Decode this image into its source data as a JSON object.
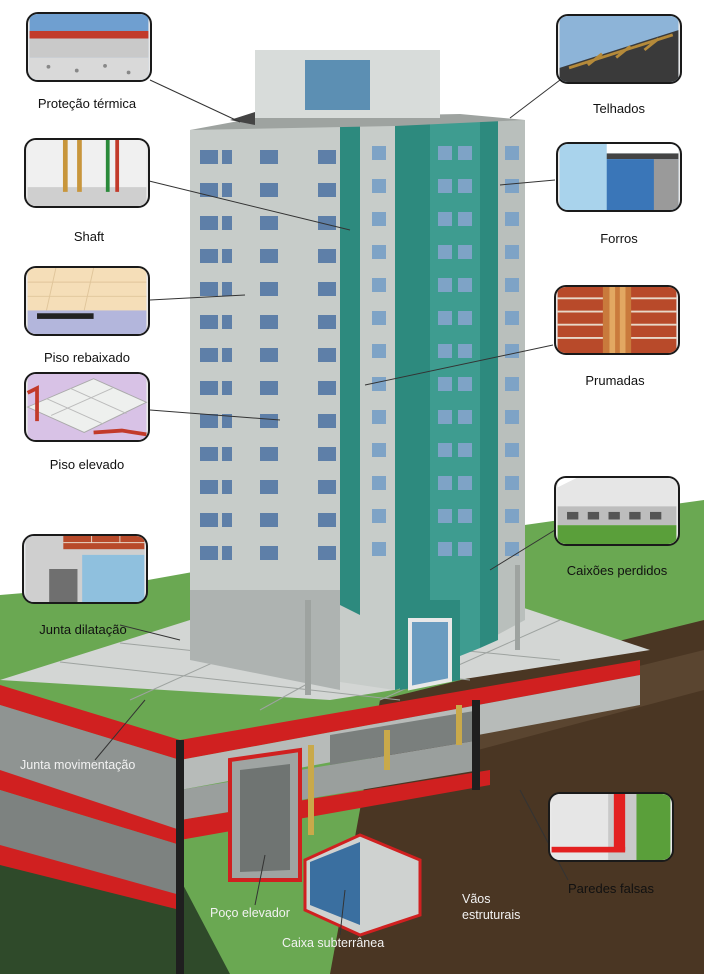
{
  "labels": {
    "protecao_termica": "Proteção térmica",
    "telhados": "Telhados",
    "shaft": "Shaft",
    "forros": "Forros",
    "piso_rebaixado": "Piso rebaixado",
    "prumadas": "Prumadas",
    "piso_elevado": "Piso elevado",
    "caixoes_perdidos": "Caixões perdidos",
    "junta_dilatacao": "Junta dilatação",
    "junta_movimentacao": "Junta movimentação",
    "paredes_falsas": "Paredes falsas",
    "poco_elevador": "Poço elevador",
    "vaos_estruturais_1": "Vãos",
    "vaos_estruturais_2": "estruturais",
    "caixa_subterranea": "Caixa subterrânea"
  },
  "colors": {
    "building_left": "#c7ccc9",
    "building_teal": "#2d8a7e",
    "structure_red": "#e32020",
    "grass": "#5f9f4a",
    "soil": "#4a3623"
  }
}
